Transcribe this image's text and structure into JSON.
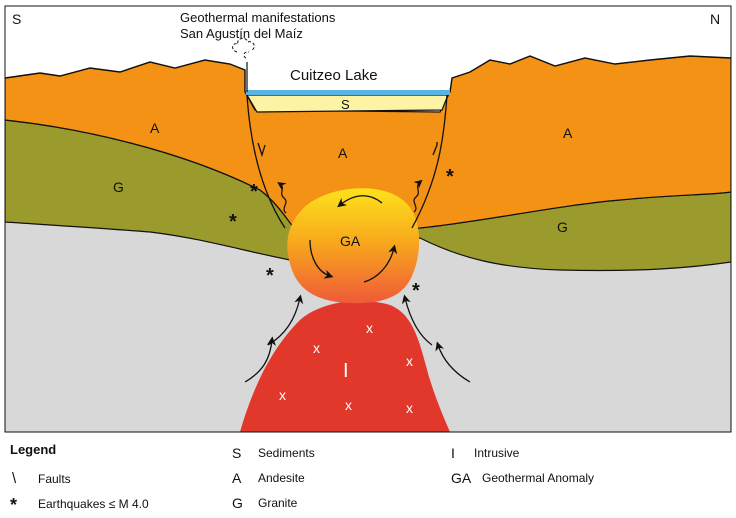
{
  "corners": {
    "south": "S",
    "north": "N"
  },
  "manifestation": {
    "line1": "Geothermal manifestations",
    "line2": "San Agustín del Maíz"
  },
  "lake": {
    "label": "Cuitzeo Lake"
  },
  "units": {
    "sediments": "S",
    "andesite": "A",
    "granite": "G",
    "anomaly": "GA",
    "intrusive": "I",
    "intrusive_mark": "x"
  },
  "legend": {
    "title": "Legend",
    "items": [
      {
        "symbol": "\\",
        "label": "Faults"
      },
      {
        "symbol": "*",
        "label": "Earthquakes ≤ M 4.0"
      },
      {
        "symbol": "S",
        "label": "Sediments"
      },
      {
        "symbol": "A",
        "label": "Andesite"
      },
      {
        "symbol": "G",
        "label": "Granite"
      },
      {
        "symbol": "I",
        "label": "Intrusive"
      },
      {
        "symbol": "GA",
        "label": "Geothermal Anomaly"
      }
    ]
  },
  "colors": {
    "andesite": "#f39214",
    "granite": "#9a9b2c",
    "basement": "#d8d8d8",
    "sediments": "#fcf3a4",
    "lake_water": "#5ab4e2",
    "intrusive": "#e2382c",
    "anomaly_top": "#fde21c",
    "anomaly_bottom": "#ef5a38",
    "outline": "#111111"
  }
}
